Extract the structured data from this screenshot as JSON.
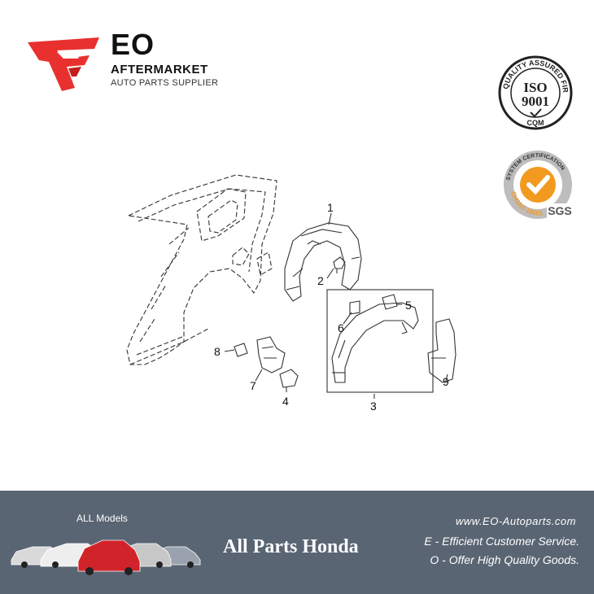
{
  "brand": {
    "title": "EO",
    "subtitle": "AFTERMARKET",
    "tagline": "AUTO PARTS SUPPLIER",
    "accent": "#e8312f"
  },
  "badges": {
    "iso": {
      "ring_text": "QUALITY ASSURED FIRM",
      "main": "ISO",
      "number": "9001",
      "footer": "CQM"
    },
    "sgs": {
      "ring_top": "SYSTEM CERTIFICATION",
      "ring_bottom": "OHSAS 18001",
      "label": "SGS",
      "accent": "#f29a1f"
    }
  },
  "diagram": {
    "callouts": [
      "1",
      "2",
      "3",
      "4",
      "5",
      "6",
      "7",
      "8",
      "9"
    ]
  },
  "footer": {
    "models_label": "ALL Models",
    "center_text": "All Parts Honda",
    "url": "www.EO-Autoparts.com",
    "line1": "E - Efficient Customer Service.",
    "line2": "O - Offer High Quality Goods.",
    "background": "#5a6573"
  }
}
